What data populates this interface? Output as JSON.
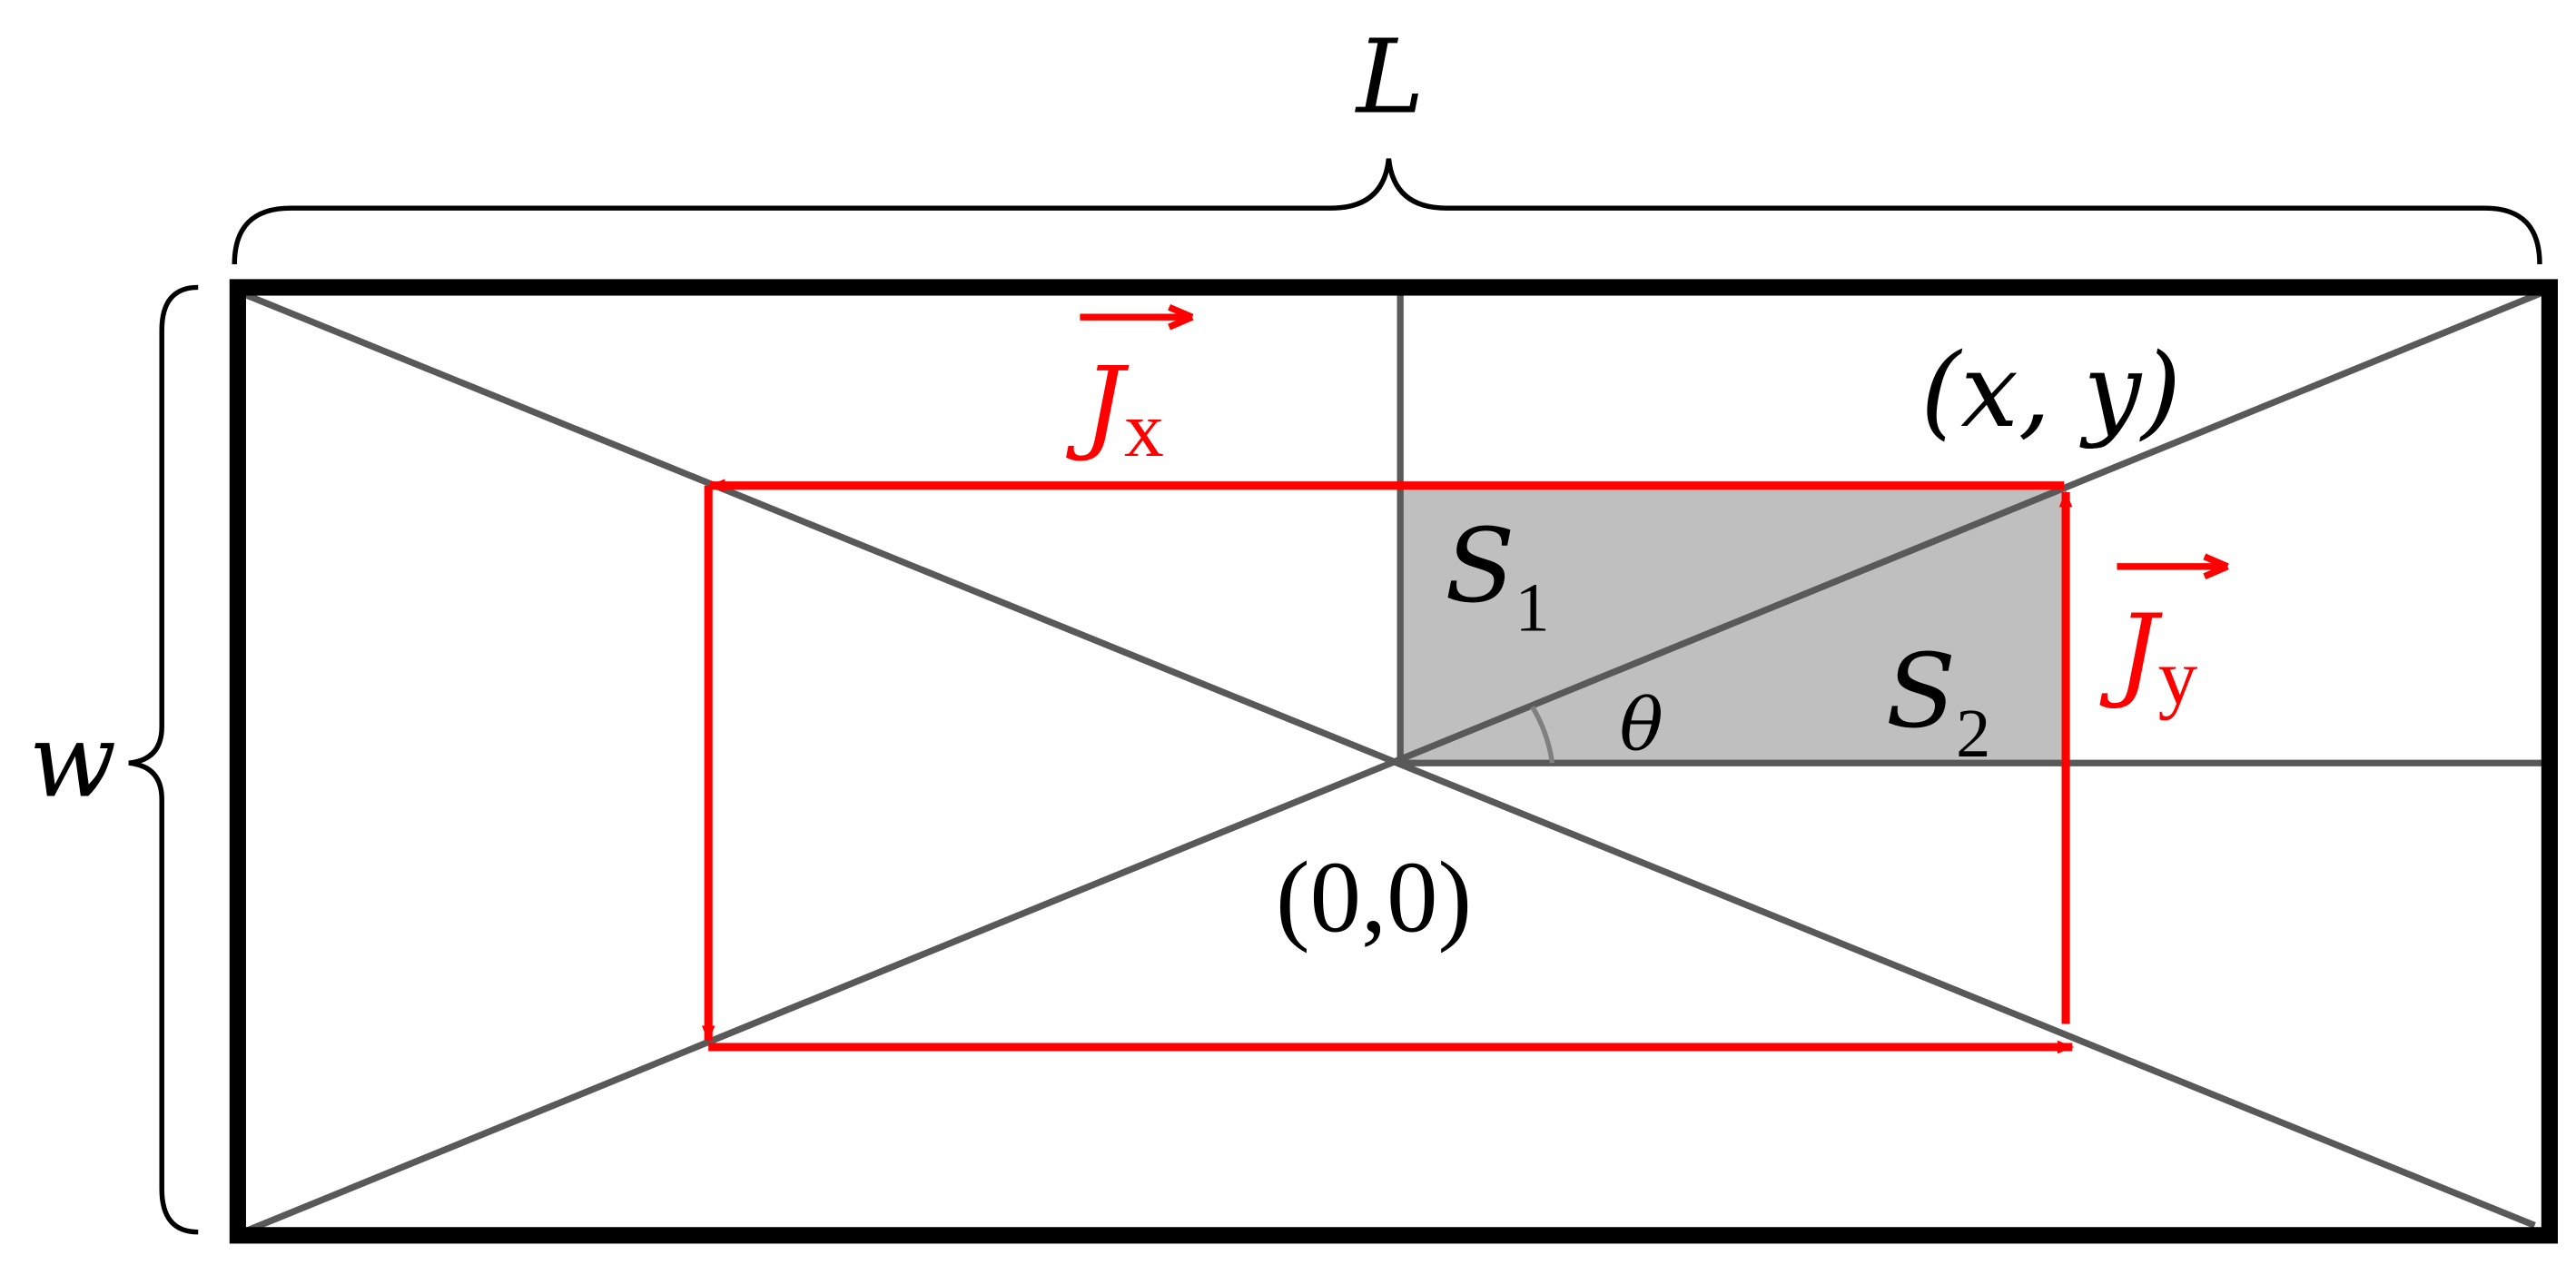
{
  "labels": {
    "length": "L",
    "width": "w",
    "point_xy": "(x, y)",
    "origin": "(0,0)",
    "area1_symbol": "S",
    "area1_sub": "1",
    "area2_symbol": "S",
    "area2_sub": "2",
    "angle": "θ",
    "current_x_symbol": "J",
    "current_x_sub": "x",
    "current_y_symbol": "J",
    "current_y_sub": "y"
  },
  "colors": {
    "frame": "#000000",
    "lines": "#595959",
    "current": "#ff0000",
    "shaded": "#bfbfbf",
    "text": "#000000"
  }
}
